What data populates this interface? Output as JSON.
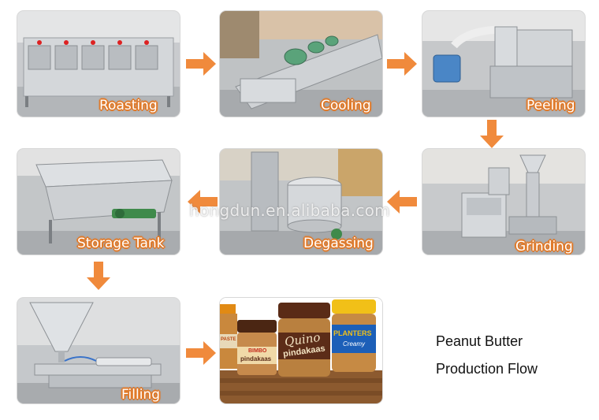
{
  "steps": [
    {
      "id": "roasting",
      "label": "Roasting"
    },
    {
      "id": "cooling",
      "label": "Cooling"
    },
    {
      "id": "peeling",
      "label": "Peeling"
    },
    {
      "id": "grinding",
      "label": "Grinding"
    },
    {
      "id": "degassing",
      "label": "Degassing"
    },
    {
      "id": "storage",
      "label": "Storage Tank"
    },
    {
      "id": "filling",
      "label": "Filling"
    }
  ],
  "caption": {
    "line1": "Peanut Butter",
    "line2": "Production Flow"
  },
  "watermark": "hongdun.en.alibaba.com",
  "jars": {
    "jar_left": "PASTE",
    "jar_mid_brand": "BIMBO",
    "jar_mid_text": "pindakaas",
    "jar_big_brand": "Quino",
    "jar_big_text": "pindakaas",
    "jar_right_brand": "PLANTERS",
    "jar_right_text": "Creamy"
  },
  "colors": {
    "arrow": "#f08a3c",
    "label_stroke": "#e07a2a",
    "steel": "#c9ccd0"
  }
}
